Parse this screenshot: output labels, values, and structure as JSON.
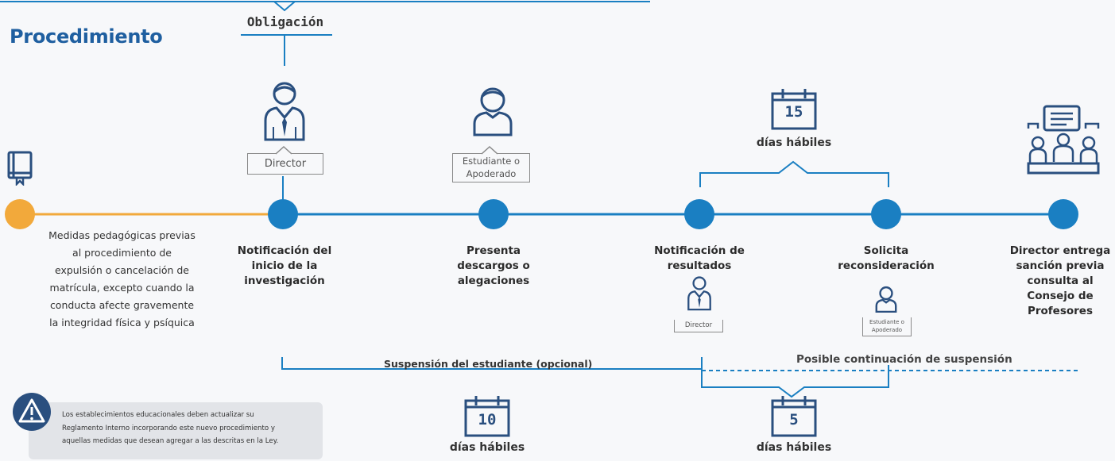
{
  "title": "Procedimiento",
  "obligation_label": "Obligación",
  "timeline": {
    "nodes": [
      {
        "label": "Medidas pedagógicas previas al procedimiento de expulsión o cancelación de matrícula, excepto cuando la conducta afecte gravemente la integridad física y psíquica",
        "lines": [
          "Medidas pedagógicas previas",
          "al procedimiento de",
          "expulsión o cancelación de",
          "matrícula, excepto cuando la",
          "conducta afecte gravemente",
          "la integridad física y psíquica"
        ],
        "color": "#f2a93b"
      },
      {
        "lines": [
          "Notificación del",
          "inicio de la",
          "investigación"
        ],
        "color": "#1a7fc2"
      },
      {
        "lines": [
          "Presenta",
          "descargos o",
          "alegaciones"
        ],
        "color": "#1a7fc2"
      },
      {
        "lines": [
          "Notificación de",
          "resultados"
        ],
        "color": "#1a7fc2"
      },
      {
        "lines": [
          "Solicita",
          "reconsideración"
        ],
        "color": "#1a7fc2"
      },
      {
        "lines": [
          "Director entrega",
          "sanción previa",
          "consulta al",
          "Consejo de",
          "Profesores"
        ],
        "color": "#1a7fc2"
      }
    ]
  },
  "roles": {
    "director": "Director",
    "student_line1": "Estudiante o",
    "student_line2": "Apoderado",
    "director_small": "Director",
    "student_small_line1": "Estudiante o",
    "student_small_line2": "Apoderado"
  },
  "deadlines": {
    "top": {
      "number": "15",
      "label": "días hábiles"
    },
    "bottom_left": {
      "number": "10",
      "label": "días hábiles"
    },
    "bottom_right": {
      "number": "5",
      "label": "días hábiles"
    }
  },
  "segments": {
    "suspension": "Suspensión del estudiante (opcional)",
    "continuation": "Posible continuación de suspensión"
  },
  "warning": {
    "lines": [
      "Los establecimientos educacionales deben actualizar su",
      "Reglamento Interno incorporando este nuevo procedimiento y",
      "aquellas medidas que desean agregar a las descritas en la Ley."
    ]
  },
  "colors": {
    "primary": "#1a7fc2",
    "dark_blue": "#2a4f7f",
    "orange": "#f2a93b",
    "title": "#1f5fa0"
  },
  "icons": [
    "book-icon",
    "director-icon",
    "student-icon",
    "calendar-icon",
    "council-icon",
    "warning-icon"
  ]
}
